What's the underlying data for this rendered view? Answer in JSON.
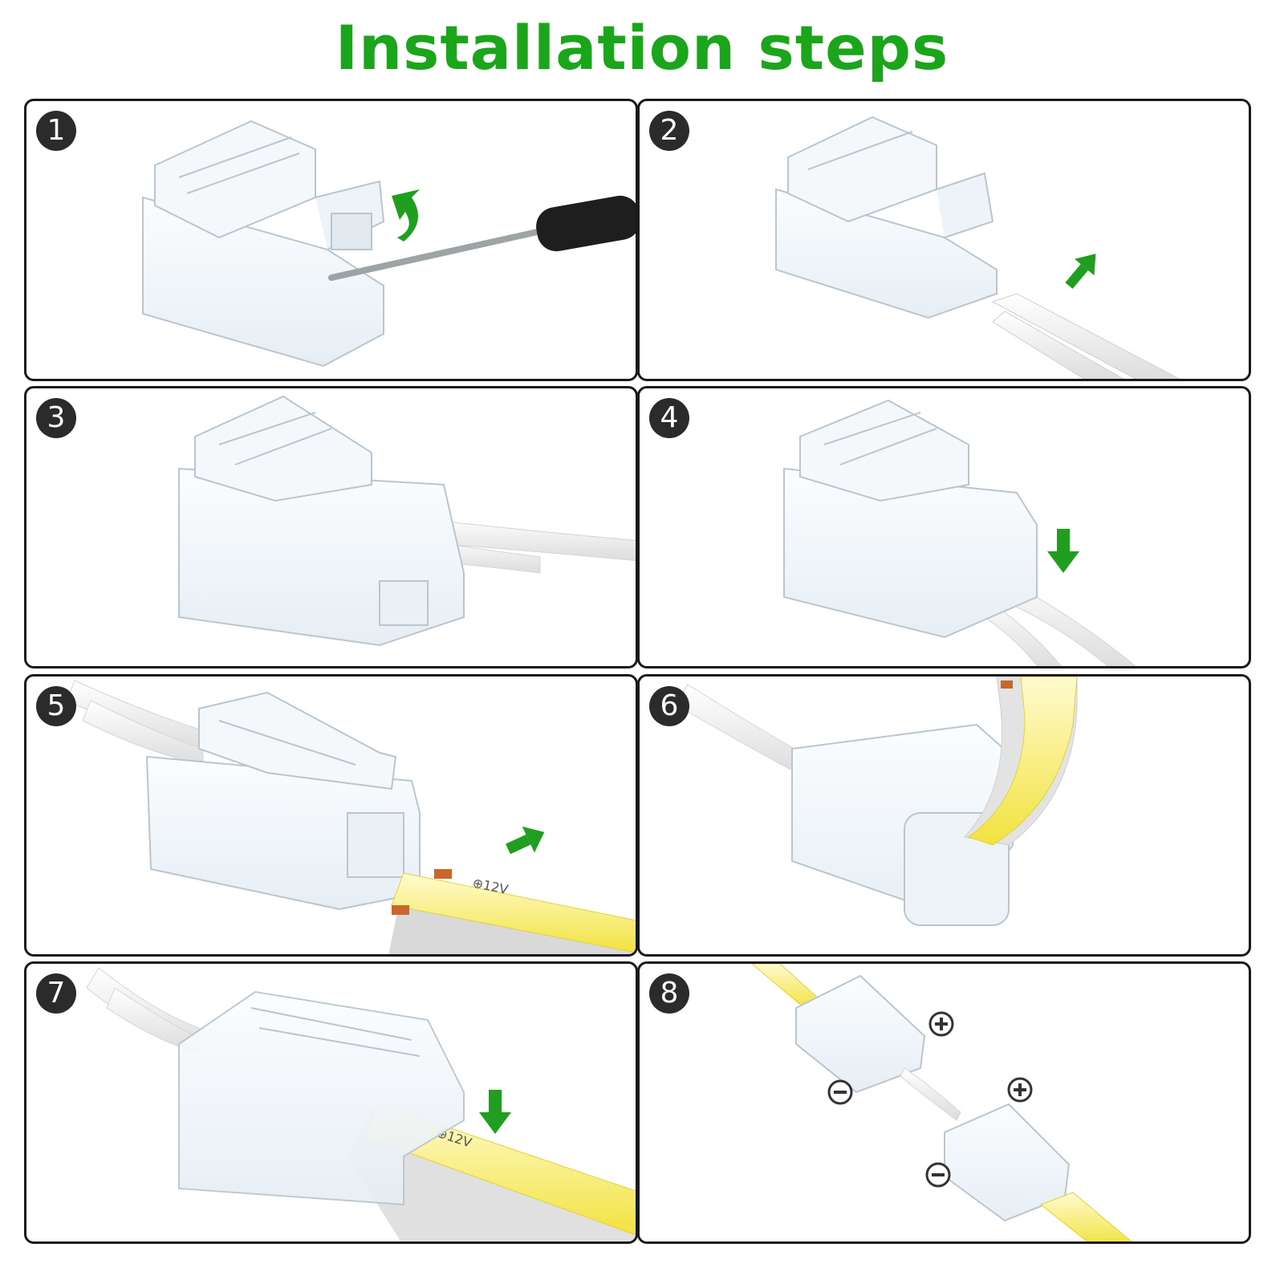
{
  "title": "Installation steps",
  "colors": {
    "title": "#1aa51a",
    "arrow": "#1f9e1f",
    "border": "#1a1a1a",
    "badge": "#2b2b2b",
    "strip": "#f4e85a"
  },
  "steps": [
    {
      "number": "1",
      "icon": "screwdriver-icon"
    },
    {
      "number": "2",
      "icon": "arrow-up-left-icon"
    },
    {
      "number": "3"
    },
    {
      "number": "4",
      "icon": "arrow-down-icon"
    },
    {
      "number": "5",
      "icon": "arrow-up-left-icon",
      "strip_label": "⊕12V"
    },
    {
      "number": "6"
    },
    {
      "number": "7",
      "icon": "arrow-down-icon",
      "strip_label": "⊕12V"
    },
    {
      "number": "8",
      "icon": "polarity-icons"
    }
  ]
}
